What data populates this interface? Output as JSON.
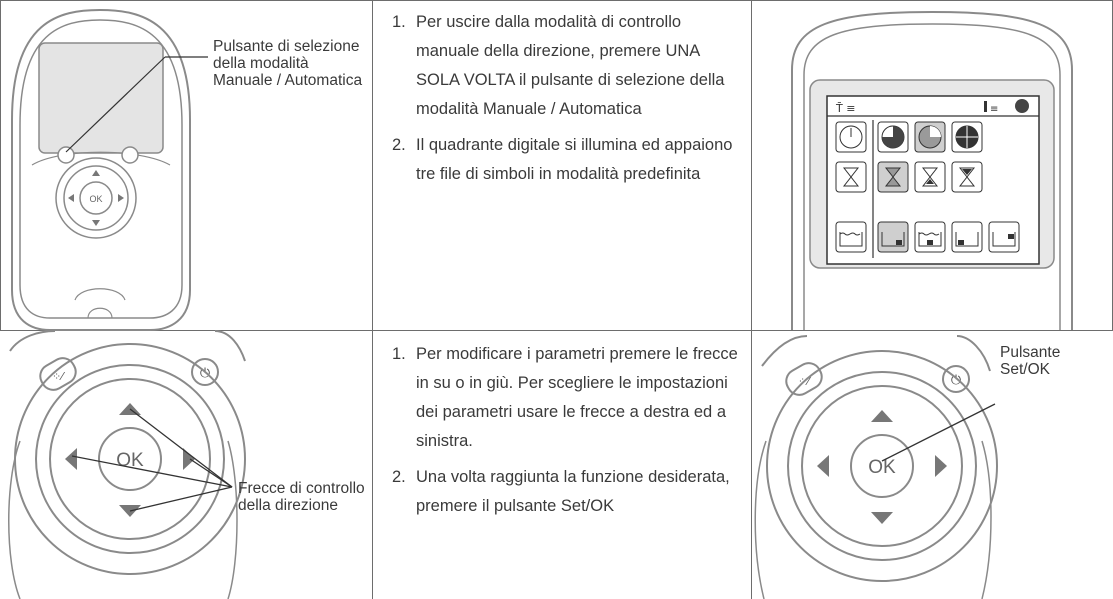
{
  "rows": [
    {
      "callout": "Pulsante di selezione della modalità Manuale / Automatica",
      "steps": [
        {
          "num": "1.",
          "text": "Per uscire dalla modalità di controllo manuale della direzione, premere UNA SOLA VOLTA il pulsante di selezione della modalità Manuale / Automatica"
        },
        {
          "num": "2.",
          "text": "Il quadrante digitale si illumina ed appaiono tre file di simboli in modalità predefinita"
        }
      ]
    },
    {
      "callout": "Frecce di controllo della direzione",
      "steps": [
        {
          "num": "1.",
          "text": "Per modificare i parametri premere le frecce in su o in giù. Per scegliere le impostazioni dei parametri usare le frecce a destra ed a sinistra."
        },
        {
          "num": "2.",
          "text": "Una volta raggiunta la funzione desiderata, premere il pulsante Set/OK"
        }
      ],
      "right_callout": "Pulsante Set/OK"
    }
  ],
  "remote": {
    "ok_label": "OK"
  }
}
